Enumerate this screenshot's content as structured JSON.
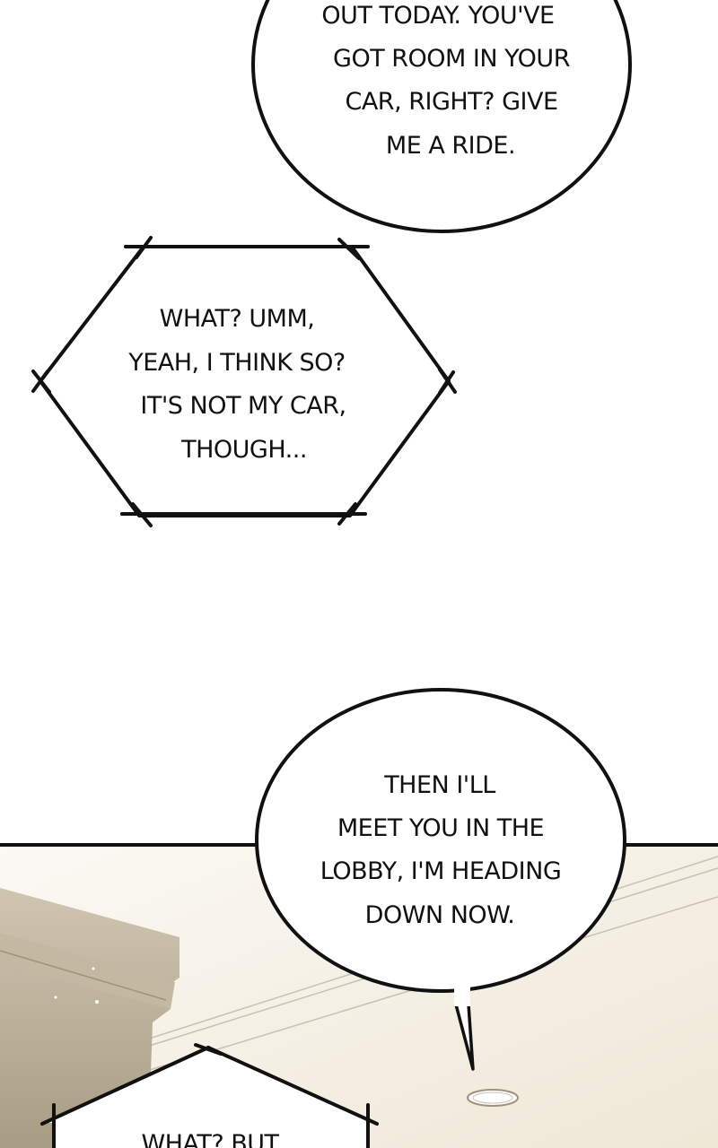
{
  "bubbles": {
    "top_speech": [
      "OUT TODAY. YOU'VE",
      "GOT ROOM IN YOUR",
      "CAR, RIGHT? GIVE",
      "ME A RIDE."
    ],
    "hexagon_thought": [
      "WHAT? UMM,",
      "YEAH, I THINK SO?",
      "IT'S NOT MY CAR,",
      "THOUGH..."
    ],
    "bottom_speech": [
      "THEN I'LL",
      "MEET YOU IN THE",
      "LOBBY, I'M HEADING",
      "DOWN NOW."
    ],
    "house_bubble": [
      "WHAT? BUT"
    ]
  },
  "colors": {
    "panel_background": "#f4efe3",
    "cornice": "#b9ad95",
    "ink": "#111111"
  }
}
